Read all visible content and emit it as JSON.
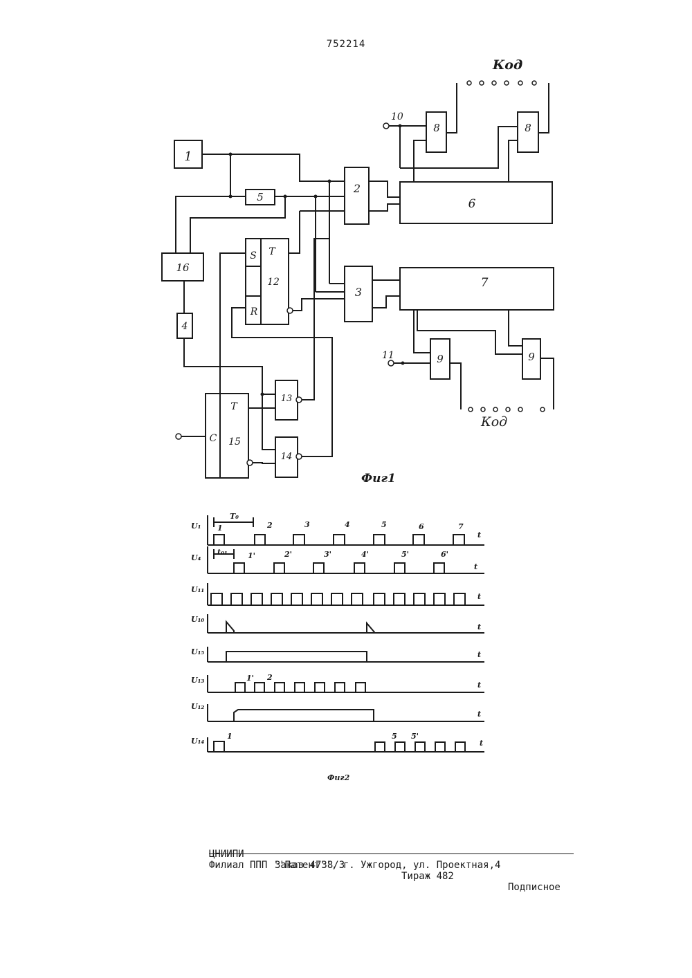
{
  "header": {
    "page_number": "752214"
  },
  "fig1": {
    "caption": "Фиг1",
    "code_label_top": "Код",
    "code_label_bottom": "Код",
    "terminals": {
      "t10": "10",
      "t11": "11"
    },
    "blocks": {
      "b1": "1",
      "b2": "2",
      "b3": "3",
      "b4": "4",
      "b5": "5",
      "b6": "6",
      "b7": "7",
      "b8": "8",
      "b9": "9",
      "b12": "12",
      "b13": "13",
      "b14": "14",
      "b15": "15",
      "b16": "16"
    },
    "pins": {
      "S": "S",
      "T": "T",
      "R": "R",
      "C": "C"
    }
  },
  "fig2": {
    "caption": "Фиг2",
    "axis_label": "t",
    "period_label": "T₀",
    "delay_label": "t₀₁",
    "rows": [
      {
        "label": "U₁",
        "pulse_labels": [
          "1",
          "2",
          "3",
          "4",
          "5",
          "6",
          "7"
        ]
      },
      {
        "label": "U₄",
        "pulse_labels": [
          "1'",
          "2'",
          "3'",
          "4'",
          "5'",
          "6'"
        ]
      },
      {
        "label": "U₁₁",
        "pulse_labels": []
      },
      {
        "label": "U₁₀",
        "pulse_labels": []
      },
      {
        "label": "U₁₅",
        "pulse_labels": []
      },
      {
        "label": "U₁₃",
        "pulse_labels": [
          "1'",
          "2"
        ]
      },
      {
        "label": "U₁₂",
        "pulse_labels": []
      },
      {
        "label": "U₁₄",
        "pulse_labels": [
          "1",
          "5",
          "5'"
        ]
      }
    ]
  },
  "footer": {
    "org": "ЦНИИПИ",
    "order": "Заказ 4738/3",
    "circulation": "Тираж 482",
    "subscription": "Подписное",
    "address": "Филиал ППП ''Патент'', г. Ужгород, ул. Проектная,4"
  }
}
